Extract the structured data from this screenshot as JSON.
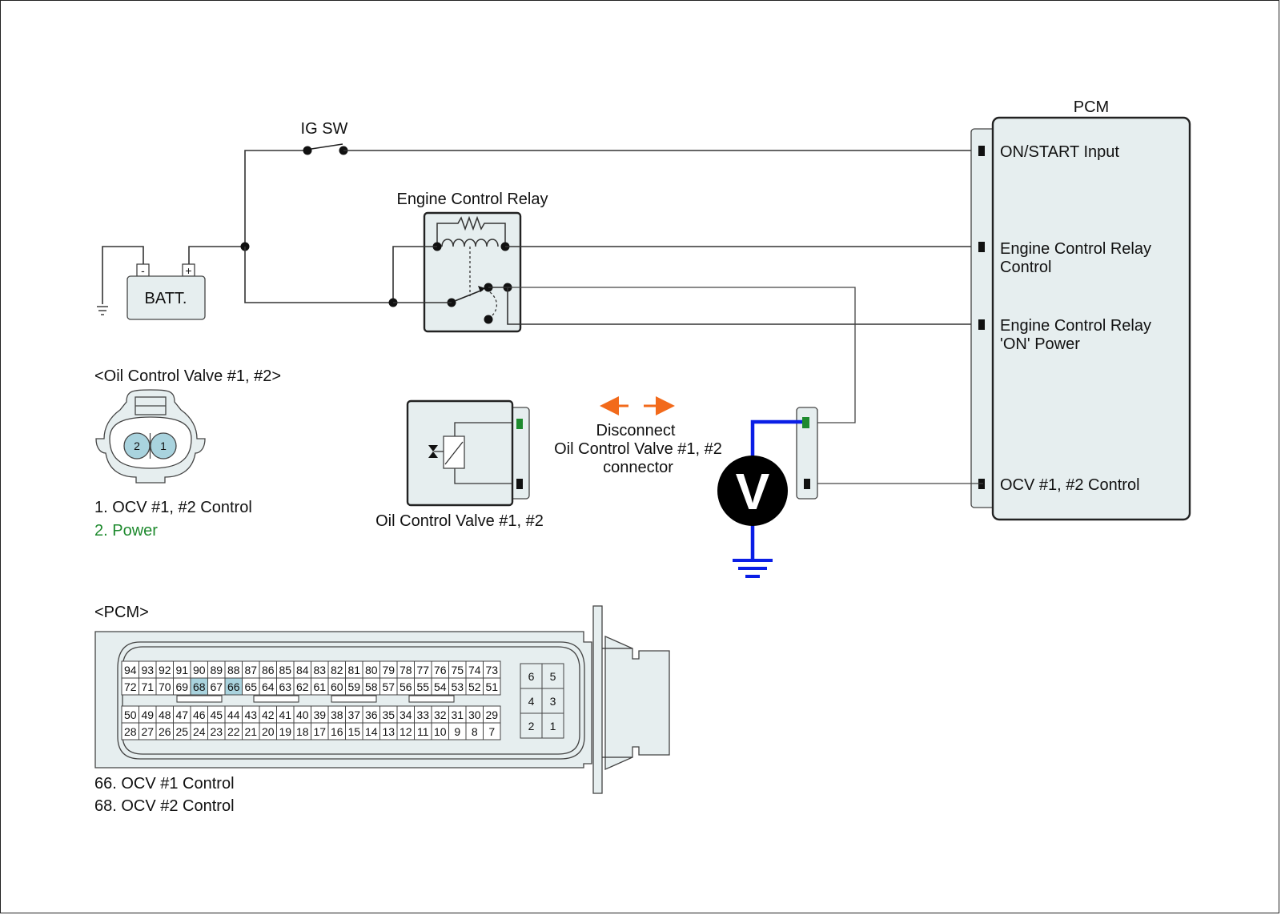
{
  "diagram": {
    "ig_switch_label": "IG SW",
    "battery_label": "BATT.",
    "battery_neg": "-",
    "battery_pos": "+",
    "relay_label": "Engine Control Relay",
    "pcm_title": "PCM",
    "pcm_terminals": [
      {
        "line1": "ON/START Input",
        "line2": ""
      },
      {
        "line1": "Engine Control Relay",
        "line2": "Control"
      },
      {
        "line1": "Engine Control Relay",
        "line2": "'ON' Power"
      },
      {
        "line1": "OCV #1, #2 Control",
        "line2": ""
      }
    ],
    "ocv_component_label": "Oil Control Valve #1, #2",
    "disconnect_note": [
      "Disconnect",
      "Oil Control Valve #1, #2",
      "connector"
    ],
    "voltmeter_symbol": "V",
    "colors": {
      "panel_fill": "#e6eeef",
      "highlight_pin": "#a9d3de",
      "power_green": "#1e8a2e",
      "probe_blue": "#0a1ee6",
      "arrow_orange": "#f26a1b"
    }
  },
  "ocv_connector": {
    "title": "<Oil Control Valve #1, #2>",
    "pins": [
      "2",
      "1"
    ],
    "legend": [
      {
        "text": "1. OCV #1, #2 Control",
        "color": "#111111"
      },
      {
        "text": "2. Power",
        "color": "#1e8a2e"
      }
    ]
  },
  "pcm_connector": {
    "title": "<PCM>",
    "row1": [
      "94",
      "93",
      "92",
      "91",
      "90",
      "89",
      "88",
      "87",
      "86",
      "85",
      "84",
      "83",
      "82",
      "81",
      "80",
      "79",
      "78",
      "77",
      "76",
      "75",
      "74",
      "73"
    ],
    "row2": [
      "72",
      "71",
      "70",
      "69",
      "68",
      "67",
      "66",
      "65",
      "64",
      "63",
      "62",
      "61",
      "60",
      "59",
      "58",
      "57",
      "56",
      "55",
      "54",
      "53",
      "52",
      "51"
    ],
    "row3": [
      "50",
      "49",
      "48",
      "47",
      "46",
      "45",
      "44",
      "43",
      "42",
      "41",
      "40",
      "39",
      "38",
      "37",
      "36",
      "35",
      "34",
      "33",
      "32",
      "31",
      "30",
      "29"
    ],
    "row4": [
      "28",
      "27",
      "26",
      "25",
      "24",
      "23",
      "22",
      "21",
      "20",
      "19",
      "18",
      "17",
      "16",
      "15",
      "14",
      "13",
      "12",
      "11",
      "10",
      "9",
      "8",
      "7"
    ],
    "small_block": [
      [
        "6",
        "5"
      ],
      [
        "4",
        "3"
      ],
      [
        "2",
        "1"
      ]
    ],
    "highlighted": [
      "68",
      "66"
    ],
    "legend": [
      "66. OCV #1 Control",
      "68. OCV #2 Control"
    ]
  }
}
